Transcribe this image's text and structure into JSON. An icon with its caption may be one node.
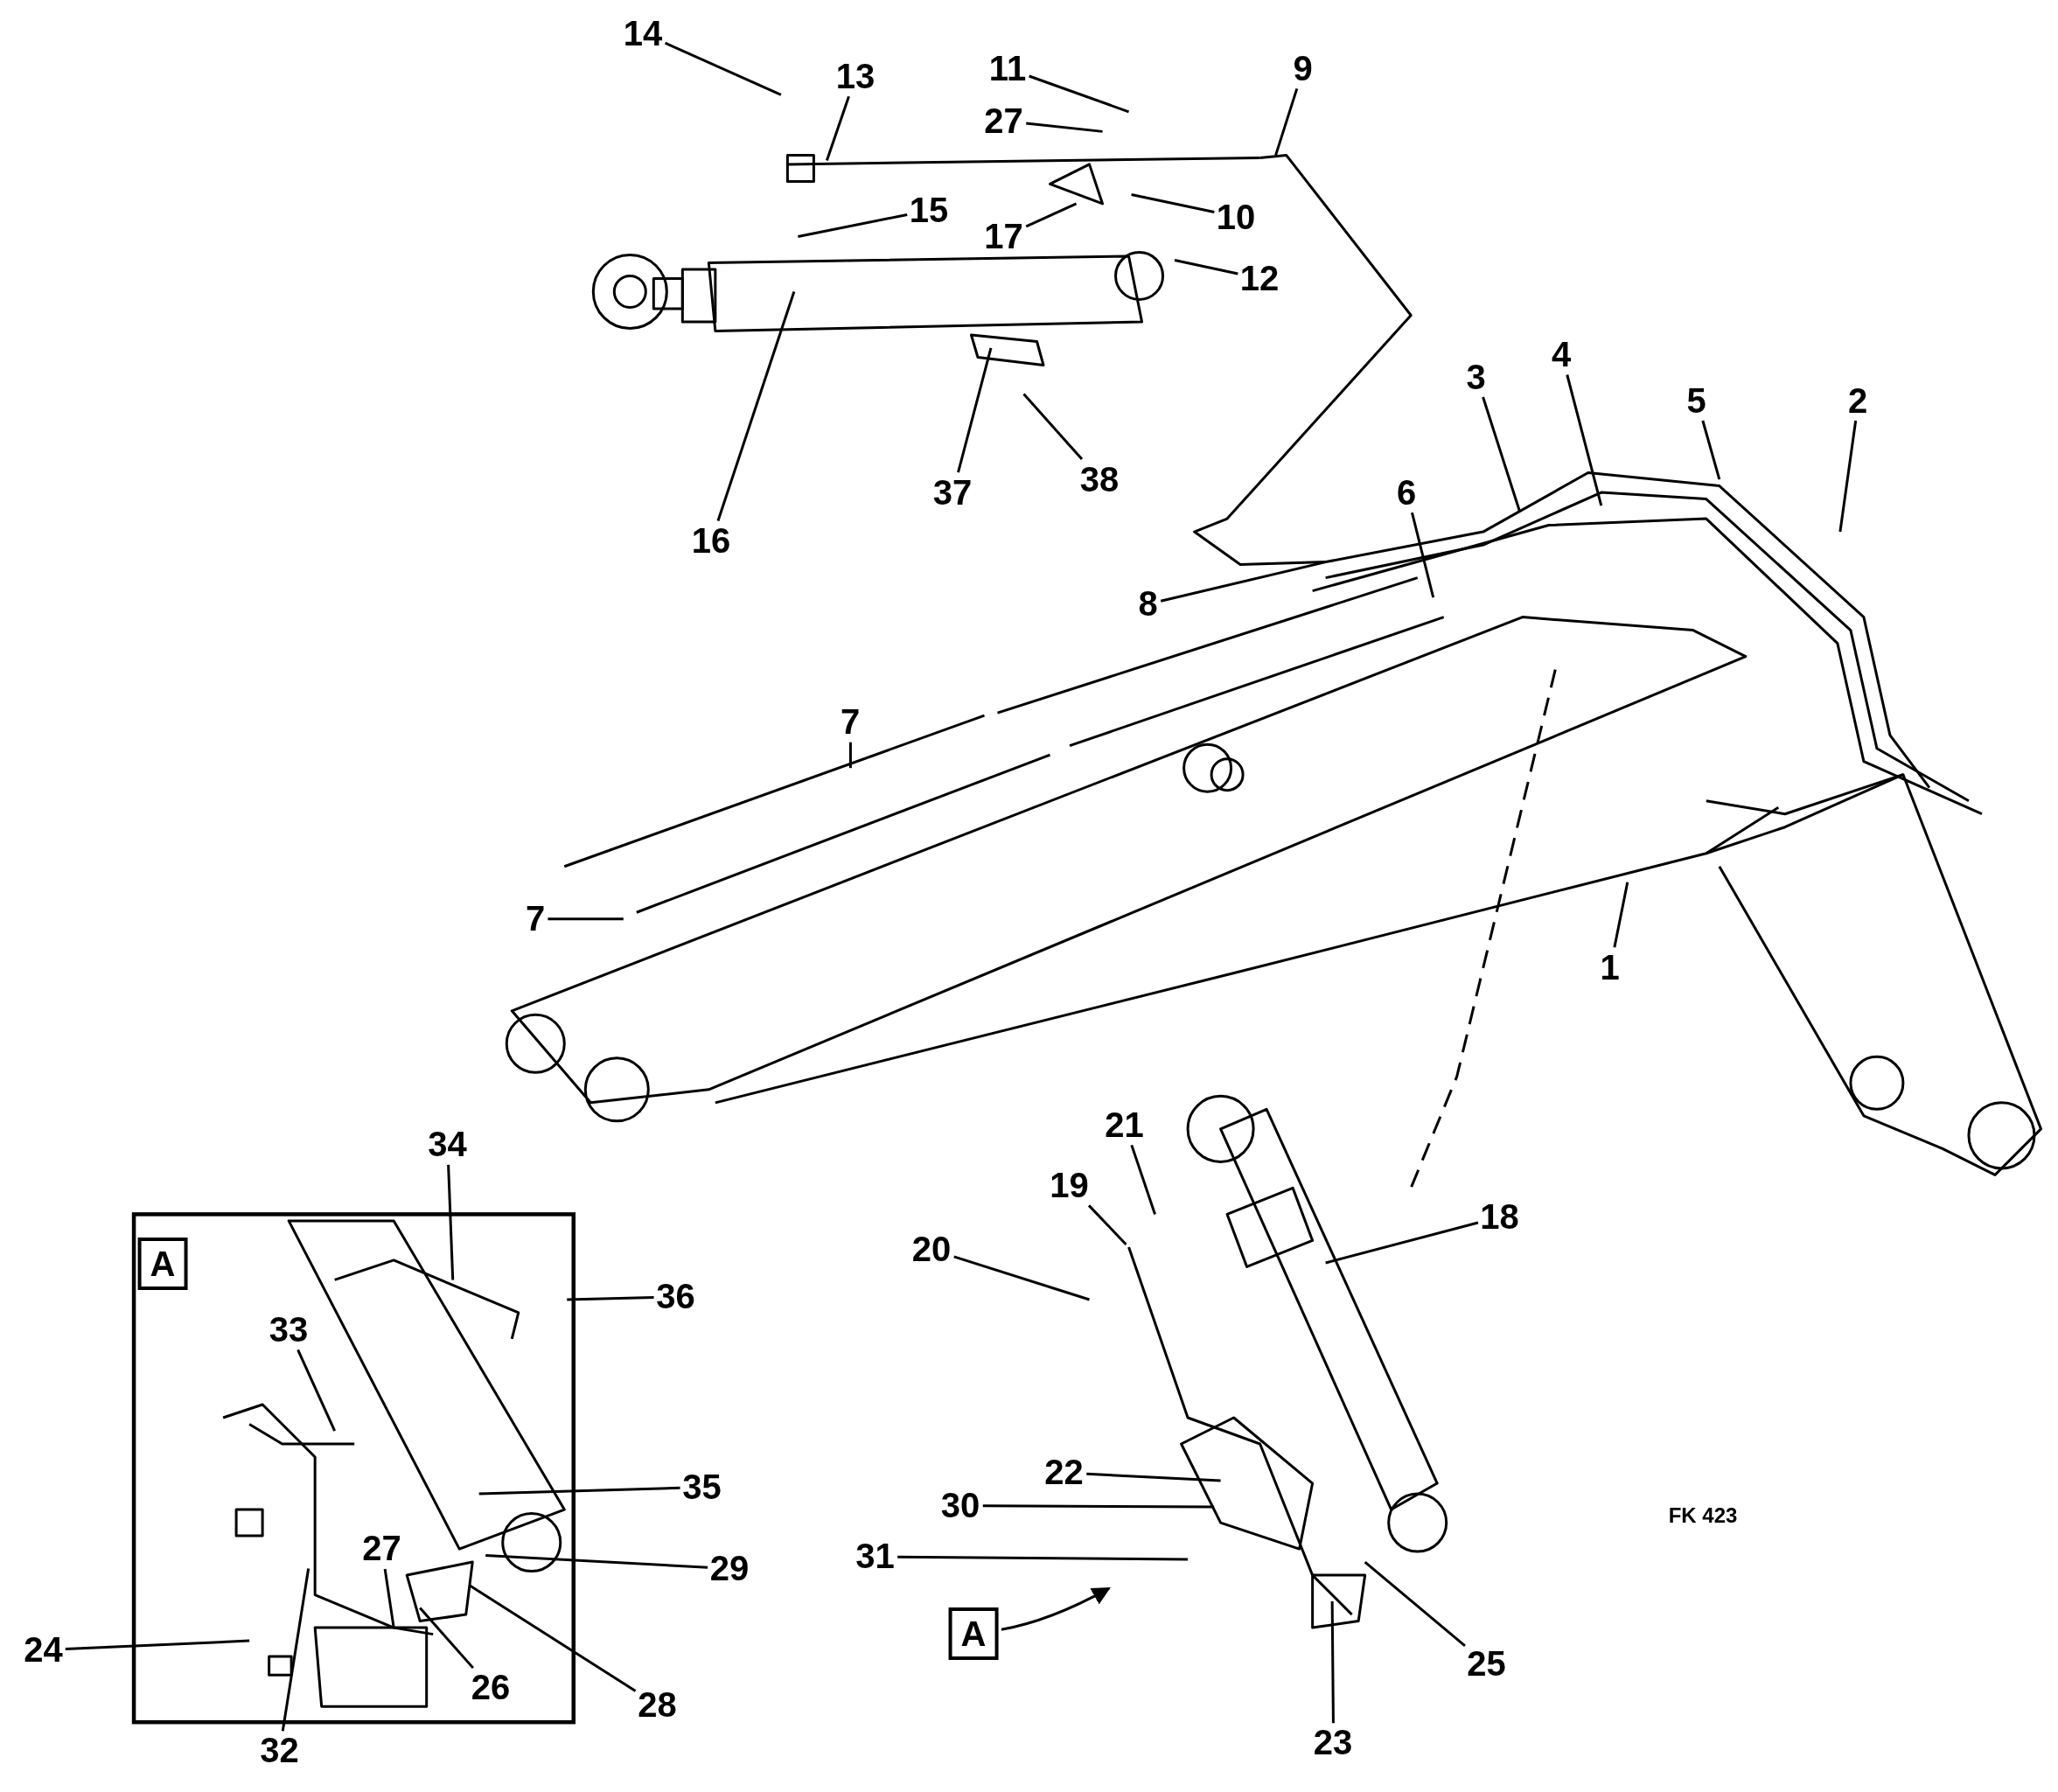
{
  "diagram": {
    "nodes": [
      {
        "text": [
          "14"
        ]
      },
      {
        "text": [
          "11"
        ]
      },
      {
        "text": [
          "9"
        ]
      },
      {
        "text": [
          "13"
        ]
      },
      {
        "text": [
          "27"
        ]
      },
      {
        "text": [
          "15"
        ]
      },
      {
        "text": [
          "10"
        ]
      },
      {
        "text": [
          "17"
        ]
      },
      {
        "text": [
          "12"
        ]
      },
      {
        "text": [
          "4"
        ]
      },
      {
        "text": [
          "3"
        ]
      },
      {
        "text": [
          "5"
        ]
      },
      {
        "text": [
          "2"
        ]
      },
      {
        "text": [
          "38"
        ]
      },
      {
        "text": [
          "6"
        ]
      },
      {
        "text": [
          "37"
        ]
      },
      {
        "text": [
          "16"
        ]
      },
      {
        "text": [
          "8"
        ]
      },
      {
        "text": [
          "7"
        ]
      },
      {
        "text": [
          "7"
        ]
      },
      {
        "text": [
          "1"
        ]
      },
      {
        "text": [
          "21"
        ]
      },
      {
        "text": [
          "34"
        ]
      },
      {
        "text": [
          "19"
        ]
      },
      {
        "text": [
          "18"
        ]
      },
      {
        "text": [
          "20"
        ]
      },
      {
        "text": [
          "A"
        ]
      },
      {
        "text": [
          "36"
        ]
      },
      {
        "text": [
          "33"
        ]
      },
      {
        "text": [
          "22"
        ]
      },
      {
        "text": [
          "35"
        ]
      },
      {
        "text": [
          "30"
        ]
      },
      {
        "text": [
          "27"
        ]
      },
      {
        "text": [
          "31"
        ]
      },
      {
        "text": [
          "29"
        ]
      },
      {
        "text": [
          "A"
        ]
      },
      {
        "text": [
          "24"
        ]
      },
      {
        "text": [
          "25"
        ]
      },
      {
        "text": [
          "26"
        ]
      },
      {
        "text": [
          "28"
        ]
      },
      {
        "text": [
          "23"
        ]
      },
      {
        "text": [
          "32"
        ]
      }
    ],
    "edges": [
      {
        "from": 0,
        "to": null,
        "arrow": "none"
      },
      {
        "from": 1,
        "to": null,
        "arrow": "none"
      },
      {
        "from": 2,
        "to": null,
        "arrow": "none"
      },
      {
        "from": 3,
        "to": null,
        "arrow": "none"
      },
      {
        "from": 4,
        "to": null,
        "arrow": "none"
      },
      {
        "from": 5,
        "to": null,
        "arrow": "none"
      },
      {
        "from": 6,
        "to": null,
        "arrow": "none"
      },
      {
        "from": 7,
        "to": null,
        "arrow": "none"
      },
      {
        "from": 8,
        "to": null,
        "arrow": "none"
      },
      {
        "from": 9,
        "to": null,
        "arrow": "none"
      },
      {
        "from": 10,
        "to": null,
        "arrow": "none"
      },
      {
        "from": 11,
        "to": null,
        "arrow": "none"
      },
      {
        "from": 12,
        "to": null,
        "arrow": "none"
      },
      {
        "from": 13,
        "to": null,
        "arrow": "none"
      },
      {
        "from": 14,
        "to": null,
        "arrow": "none"
      },
      {
        "from": 15,
        "to": null,
        "arrow": "none"
      },
      {
        "from": 16,
        "to": null,
        "arrow": "none"
      },
      {
        "from": 17,
        "to": null,
        "arrow": "none"
      },
      {
        "from": 18,
        "to": null,
        "arrow": "none"
      },
      {
        "from": 19,
        "to": null,
        "arrow": "none"
      },
      {
        "from": 20,
        "to": null,
        "arrow": "none"
      },
      {
        "from": 21,
        "to": null,
        "arrow": "none"
      },
      {
        "from": 22,
        "to": null,
        "arrow": "none"
      },
      {
        "from": 23,
        "to": null,
        "arrow": "none"
      },
      {
        "from": 24,
        "to": null,
        "arrow": "none"
      },
      {
        "from": 25,
        "to": null,
        "arrow": "none"
      },
      {
        "from": 27,
        "to": null,
        "arrow": "none"
      },
      {
        "from": 28,
        "to": null,
        "arrow": "none"
      },
      {
        "from": 29,
        "to": null,
        "arrow": "none"
      },
      {
        "from": 30,
        "to": null,
        "arrow": "none"
      },
      {
        "from": 31,
        "to": null,
        "arrow": "none"
      },
      {
        "from": 32,
        "to": null,
        "arrow": "none"
      },
      {
        "from": 33,
        "to": null,
        "arrow": "none"
      },
      {
        "from": 34,
        "to": null,
        "arrow": "none"
      },
      {
        "from": 35,
        "to": null,
        "arrow": "to"
      },
      {
        "from": 36,
        "to": null,
        "arrow": "none"
      },
      {
        "from": 37,
        "to": null,
        "arrow": "none"
      },
      {
        "from": 38,
        "to": null,
        "arrow": "none"
      },
      {
        "from": 39,
        "to": null,
        "arrow": "none"
      },
      {
        "from": 40,
        "to": null,
        "arrow": "none"
      },
      {
        "from": 41,
        "to": null,
        "arrow": "none"
      }
    ],
    "labels": [
      "FK 423"
    ]
  }
}
